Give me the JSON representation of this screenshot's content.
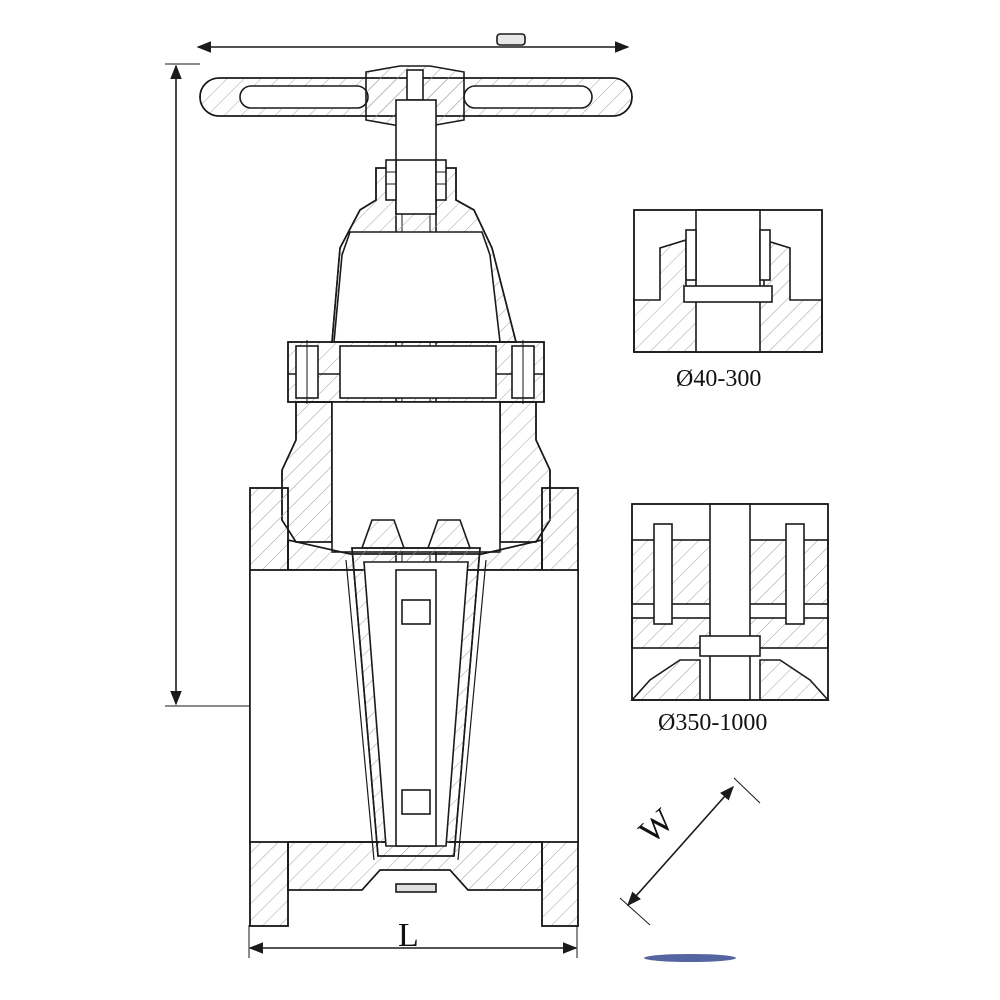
{
  "labels": {
    "length": "L",
    "width": "W",
    "detail_small": "Ø40-300",
    "detail_large": "Ø350-1000"
  },
  "colors": {
    "line": "#1a1a1a",
    "hatch": "#9a9a9a",
    "background": "#ffffff",
    "fill_body": "#ffffff"
  }
}
